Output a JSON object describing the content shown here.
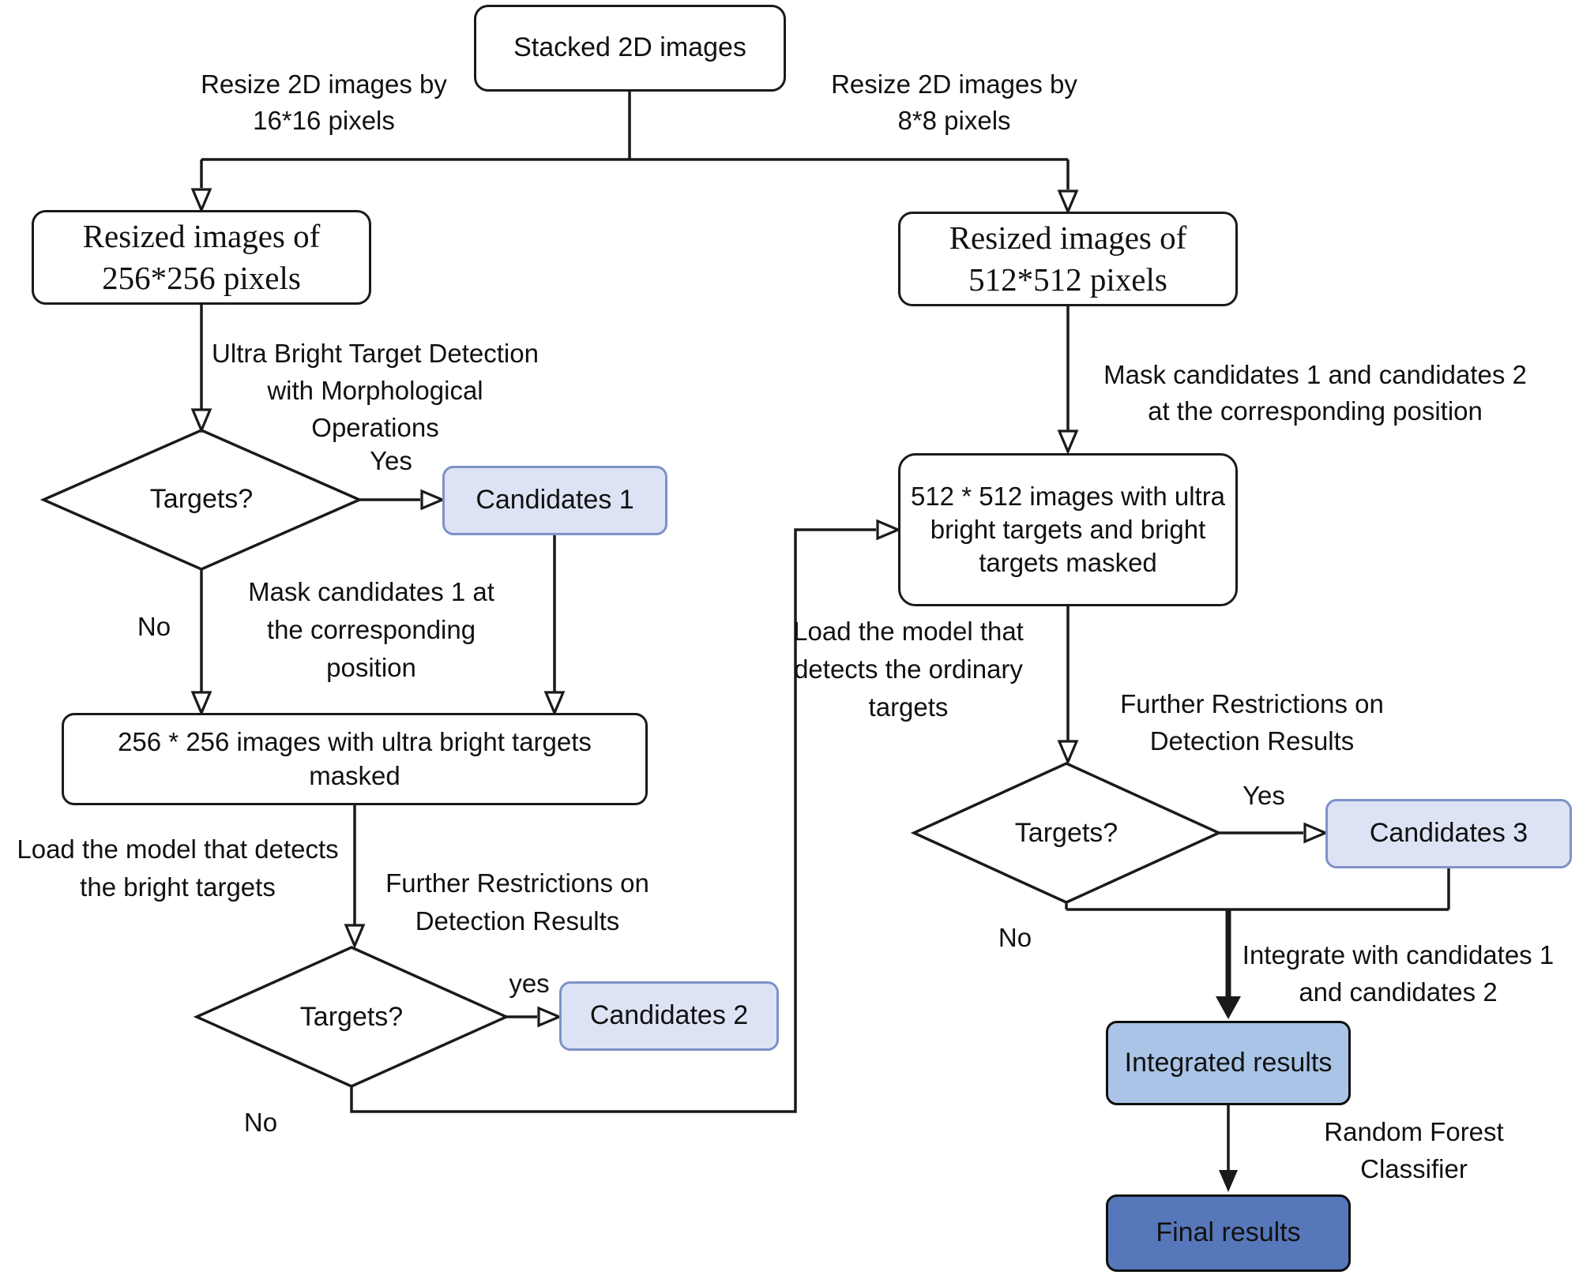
{
  "diagram": {
    "nodes": {
      "stacked": "Stacked 2D images",
      "resized_256": "Resized images of\n256*256 pixels",
      "resized_512": "Resized images of\n512*512 pixels",
      "decision_1": "Targets?",
      "candidates_1": "Candidates 1",
      "masked_256": "256 * 256 images with ultra bright targets\nmasked",
      "decision_2": "Targets?",
      "candidates_2": "Candidates 2",
      "masked_512": "512 * 512 images with ultra\nbright targets and bright\ntargets masked",
      "decision_3": "Targets?",
      "candidates_3": "Candidates 3",
      "integrated": "Integrated  results",
      "final": "Final results"
    },
    "edge_labels": {
      "resize_16": "Resize 2D  images by\n16*16 pixels",
      "resize_8": "Resize 2D  images by\n8*8 pixels",
      "ultra_bright": "Ultra Bright Target Detection\nwith Morphological Operations",
      "yes_1": "Yes",
      "no_1": "No",
      "mask_1": "Mask candidates 1 at\nthe corresponding\nposition",
      "load_bright": "Load the model that detects\nthe bright targets",
      "further_1": "Further Restrictions on\nDetection Results",
      "yes_2": "yes",
      "no_2": "No",
      "mask_12": "Mask candidates 1 and candidates 2\nat the corresponding position",
      "load_ordinary": "Load the model that\ndetects the ordinary\ntargets",
      "further_2": "Further Restrictions on\nDetection Results",
      "yes_3": "Yes",
      "no_3": "No",
      "integrate": "Integrate with candidates 1\nand candidates 2",
      "random_forest": "Random Forest\nClassifier"
    },
    "colors": {
      "candidate_fill": "#dce3f4",
      "candidate_border": "#7f92c8",
      "integrated_fill": "#a9c4e6",
      "final_fill": "#5677ba",
      "line": "#1a1a1a"
    }
  }
}
